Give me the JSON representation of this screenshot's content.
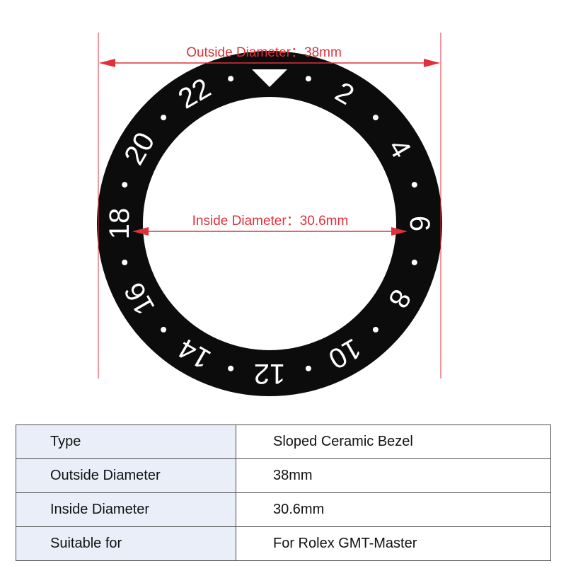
{
  "dimensions": {
    "outside_label": "Outside Diameter：38mm",
    "inside_label": "Inside Diameter：30.6mm"
  },
  "bezel": {
    "numerals": [
      "2",
      "4",
      "6",
      "8",
      "10",
      "12",
      "14",
      "16",
      "18",
      "20",
      "22"
    ],
    "colors": {
      "ring": "#0c0c0c",
      "markings": "#ffffff",
      "dimension_lines": "#e0303a"
    }
  },
  "specs": {
    "rows": [
      {
        "label": "Type",
        "value": "Sloped Ceramic Bezel"
      },
      {
        "label": "Outside Diameter",
        "value": "38mm"
      },
      {
        "label": "Inside Diameter",
        "value": "30.6mm"
      },
      {
        "label": "Suitable for",
        "value": "For Rolex GMT-Master"
      }
    ],
    "colors": {
      "label_bg": "#e9eef9",
      "border": "#4a4a4a"
    }
  }
}
